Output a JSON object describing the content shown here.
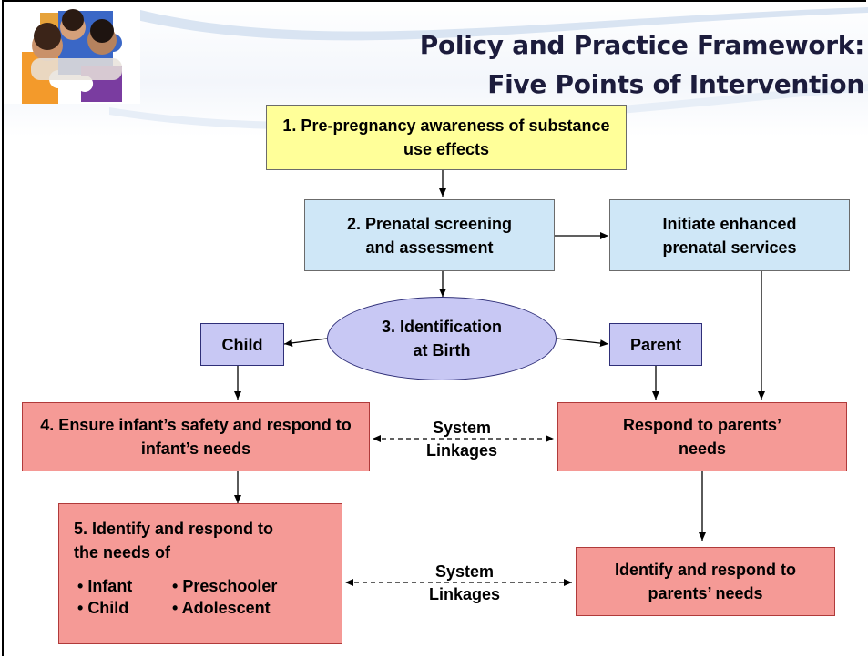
{
  "title": {
    "line1": "Policy and Practice Framework:",
    "line2": "Five Points of Intervention"
  },
  "boxes": {
    "pre_pregnancy": "1. Pre-pregnancy awareness of substance use effects",
    "prenatal_screening": "2. Prenatal screening and assessment",
    "enhanced_services": "Initiate enhanced prenatal services",
    "identification": "3. Identification at Birth",
    "child": "Child",
    "parent": "Parent",
    "infant_safety": "4. Ensure infant’s safety and respond to infant’s needs",
    "respond_parents": "Respond to parents’ needs",
    "identify_parents": "Identify and respond to parents’ needs",
    "identify_needs_title": "5. Identify and respond to the needs of"
  },
  "bullets": [
    "Infant",
    "Preschooler",
    "Child",
    "Adolescent"
  ],
  "linkages": {
    "upper": "System Linkages",
    "lower": "System Linkages"
  },
  "colors": {
    "yellow": "#ffff99",
    "blue": "#cfe7f7",
    "lavender": "#c8c8f4",
    "pink": "#f59a96"
  }
}
